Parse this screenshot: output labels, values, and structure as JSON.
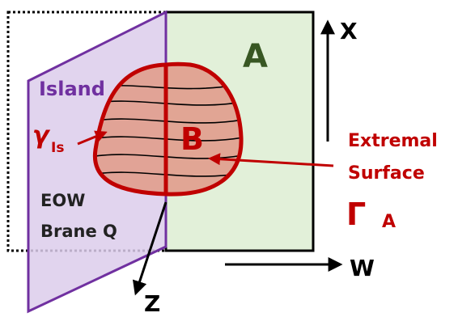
{
  "labels": {
    "region_a": "A",
    "region_b": "B",
    "island": "Island",
    "gamma_symbol": "γ",
    "gamma_subscript": "Is",
    "eow_line1": "EOW",
    "eow_line2": "Brane Q",
    "extremal_line1": "Extremal",
    "extremal_line2": "Surface",
    "big_gamma_symbol": "Γ",
    "big_gamma_subscript": "A",
    "axis_x": "X",
    "axis_w": "W",
    "axis_z": "Z"
  },
  "colors": {
    "brane_fill": "#dccdeb",
    "brane_stroke": "#7030a0",
    "bulk_fill": "#e2f0d9",
    "bulk_stroke": "#000000",
    "surface_fill": "#e0a090",
    "surface_stroke": "#c00000",
    "island_text": "#7030a0",
    "a_text": "#385723",
    "red_text": "#c00000",
    "dark_text": "#222222"
  }
}
